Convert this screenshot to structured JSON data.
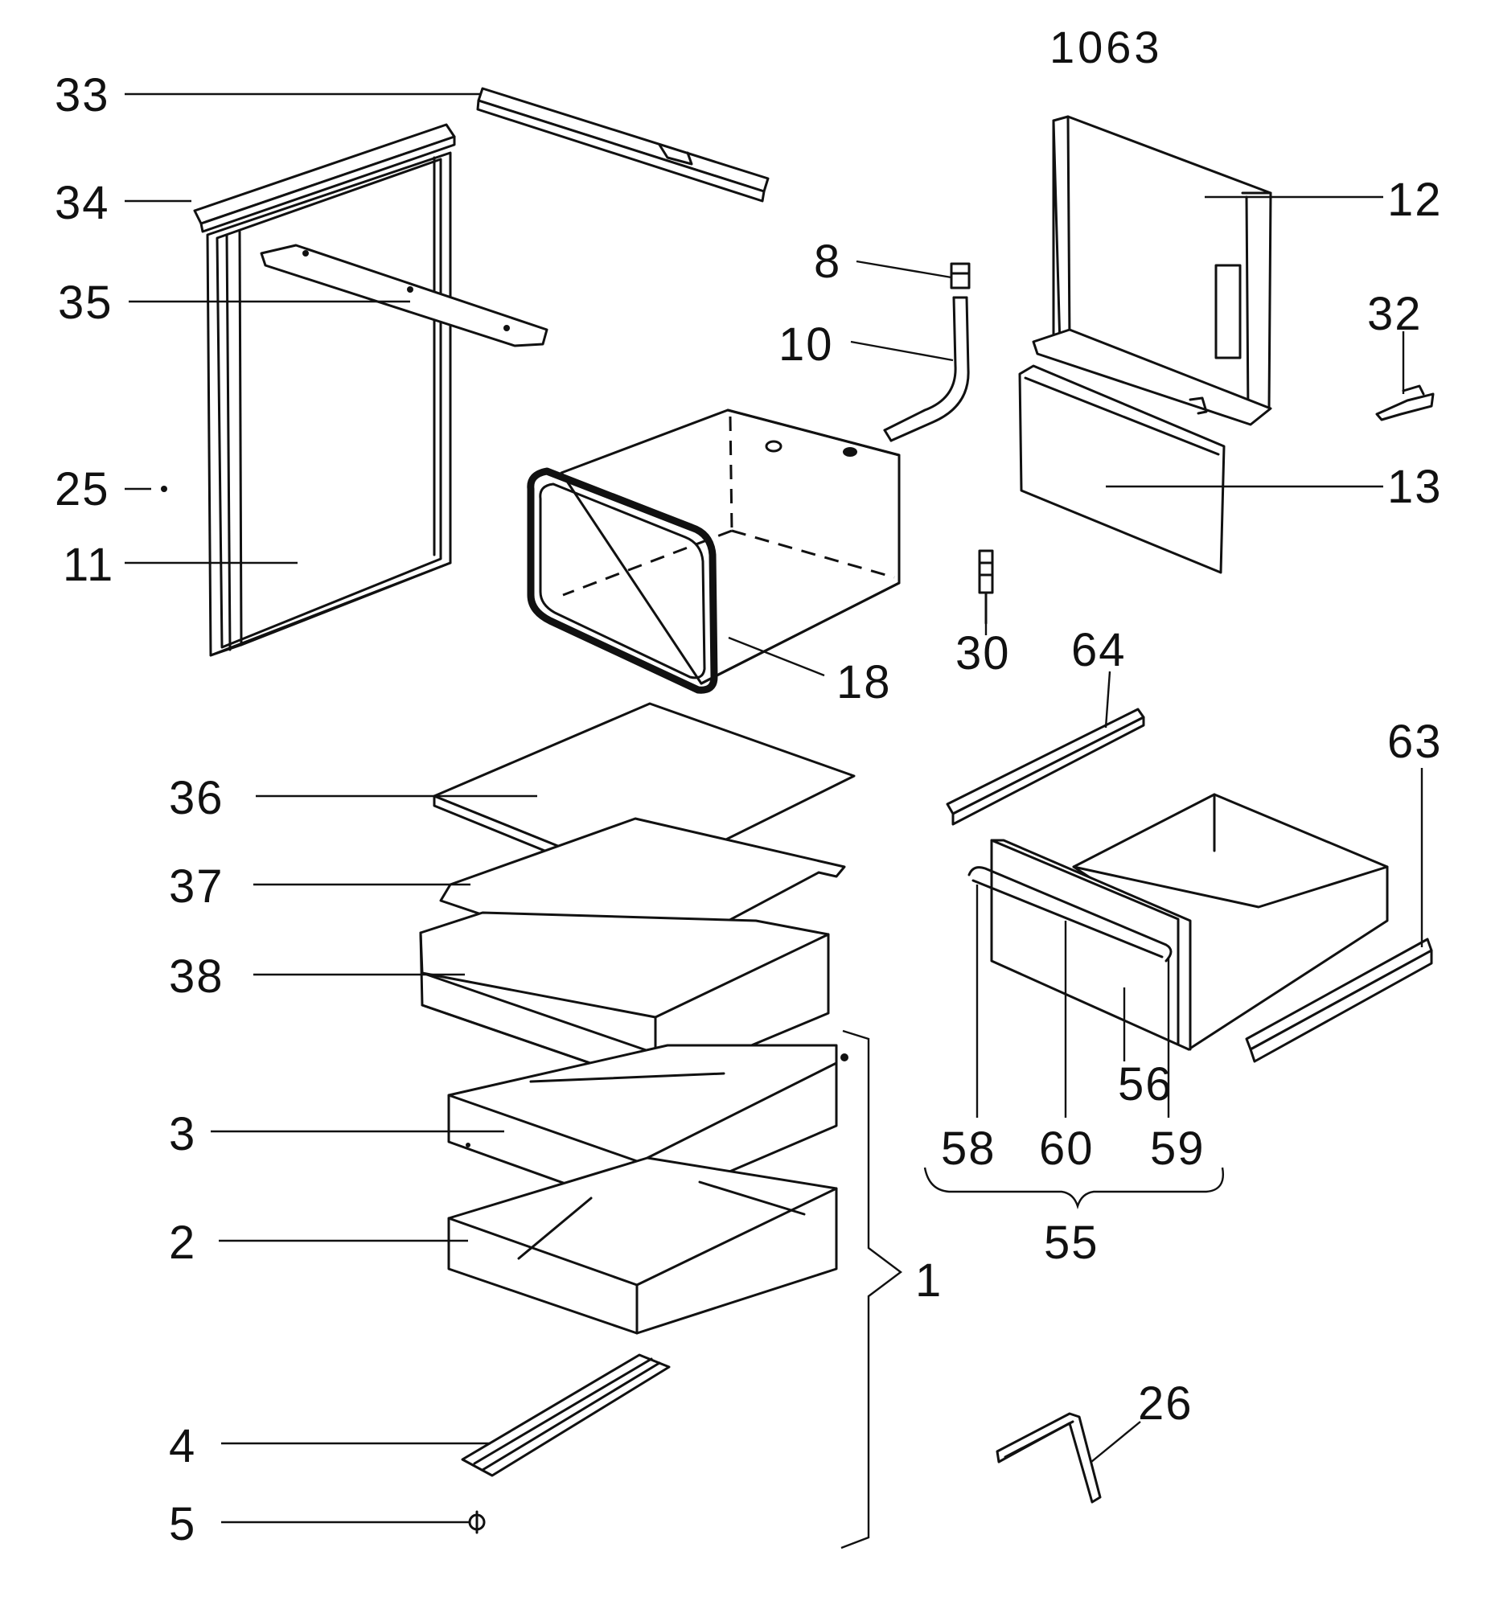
{
  "title": "1063",
  "labels": {
    "p33": "33",
    "p34": "34",
    "p35": "35",
    "p25": "25",
    "p11": "11",
    "p8": "8",
    "p10": "10",
    "p12": "12",
    "p32": "32",
    "p13": "13",
    "p18": "18",
    "p30": "30",
    "p64": "64",
    "p63": "63",
    "p36": "36",
    "p37": "37",
    "p38": "38",
    "p3": "3",
    "p2": "2",
    "p1": "1",
    "p4": "4",
    "p5": "5",
    "p56": "56",
    "p58": "58",
    "p60": "60",
    "p59": "59",
    "p55": "55",
    "p26": "26"
  }
}
